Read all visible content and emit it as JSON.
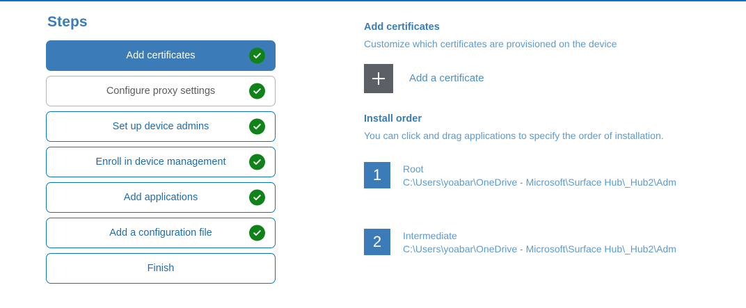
{
  "theme": {
    "accent_blue": "#0a77c4",
    "step_active_blue": "#3b7cb8",
    "link_blue": "#5b9bd0",
    "check_green": "#11821a",
    "plus_gray": "#5b6066"
  },
  "steps_panel": {
    "title": "Steps",
    "items": [
      {
        "label": "Add certificates",
        "state": "active",
        "completed": true
      },
      {
        "label": "Configure proxy settings",
        "state": "plain",
        "completed": true
      },
      {
        "label": "Set up device admins",
        "state": "outlined",
        "completed": true
      },
      {
        "label": "Enroll in device management",
        "state": "outlined",
        "completed": true
      },
      {
        "label": "Add applications",
        "state": "outlined",
        "completed": true
      },
      {
        "label": "Add a configuration file",
        "state": "outlined",
        "completed": true
      },
      {
        "label": "Finish",
        "state": "outlined",
        "completed": false
      }
    ]
  },
  "detail": {
    "heading": "Add certificates",
    "subheading": "Customize which certificates are provisioned on the device",
    "add_certificate_label": "Add a certificate",
    "add_certificate_icon": "plus-icon",
    "install_order": {
      "heading": "Install order",
      "subheading": "You can click and drag applications to specify the order of installation.",
      "items": [
        {
          "number": "1",
          "name": "Root",
          "path": "C:\\Users\\yoabar\\OneDrive - Microsoft\\Surface Hub\\_Hub2\\Adm"
        },
        {
          "number": "2",
          "name": "Intermediate",
          "path": "C:\\Users\\yoabar\\OneDrive - Microsoft\\Surface Hub\\_Hub2\\Adm"
        }
      ]
    }
  }
}
